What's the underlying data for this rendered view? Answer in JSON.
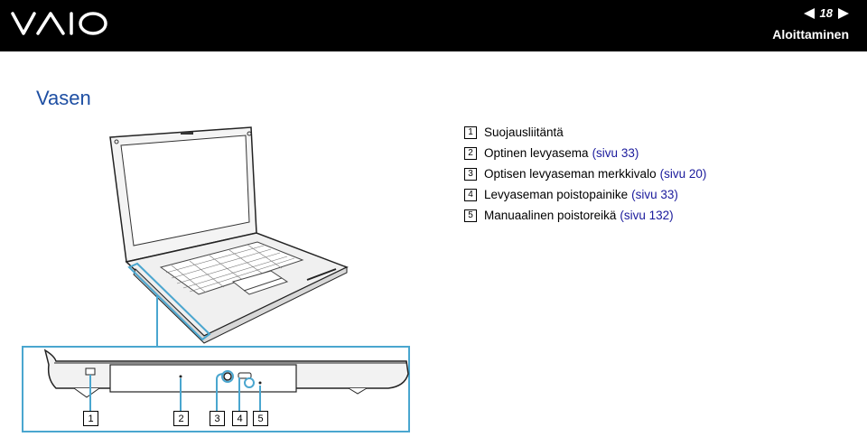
{
  "header": {
    "logo_text": "VAIO",
    "page_number": "18",
    "section": "Aloittaminen"
  },
  "title": "Vasen",
  "items": [
    {
      "num": "1",
      "text": "Suojausliitäntä",
      "ref": ""
    },
    {
      "num": "2",
      "text": "Optinen levyasema",
      "ref": "(sivu 33)"
    },
    {
      "num": "3",
      "text": "Optisen levyaseman merkkivalo",
      "ref": "(sivu 20)"
    },
    {
      "num": "4",
      "text": "Levyaseman poistopainike",
      "ref": "(sivu 33)"
    },
    {
      "num": "5",
      "text": "Manuaalinen poistoreikä",
      "ref": "(sivu 132)"
    }
  ],
  "callouts": [
    "1",
    "2",
    "3",
    "4",
    "5"
  ],
  "colors": {
    "header_bg": "#000000",
    "title": "#1e4fa3",
    "link": "#1a1a9c",
    "highlight_line": "#4aa6cf"
  }
}
